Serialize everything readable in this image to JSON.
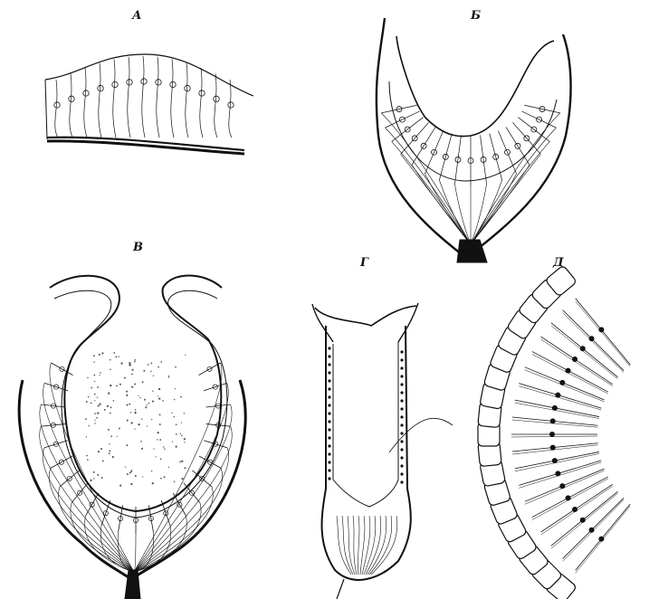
{
  "labels": {
    "a": "А",
    "b": "Б",
    "v": "В",
    "g": "Г",
    "d": "Д"
  },
  "colors": {
    "ink": "#111111",
    "paper": "#ffffff",
    "stipple": "#555555"
  }
}
